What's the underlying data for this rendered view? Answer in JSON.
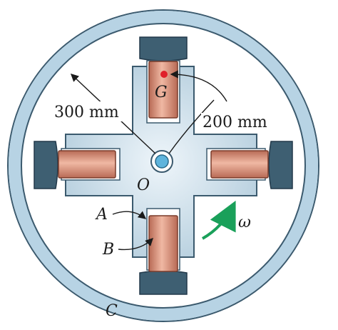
{
  "labels": {
    "dim_300": "300 mm",
    "dim_200": "200 mm",
    "center": "O",
    "mass_g": "G",
    "point_a": "A",
    "point_b": "B",
    "ring_c": "C",
    "omega": "ω"
  },
  "colors": {
    "ring": "#b7d3e4",
    "ring_stroke": "#3b5a6e",
    "cross": "#c5d9e6",
    "pad": "#3e5f72",
    "rod": "#d48c76",
    "arrow": "#1aa05a",
    "g_dot": "#e0202a"
  }
}
